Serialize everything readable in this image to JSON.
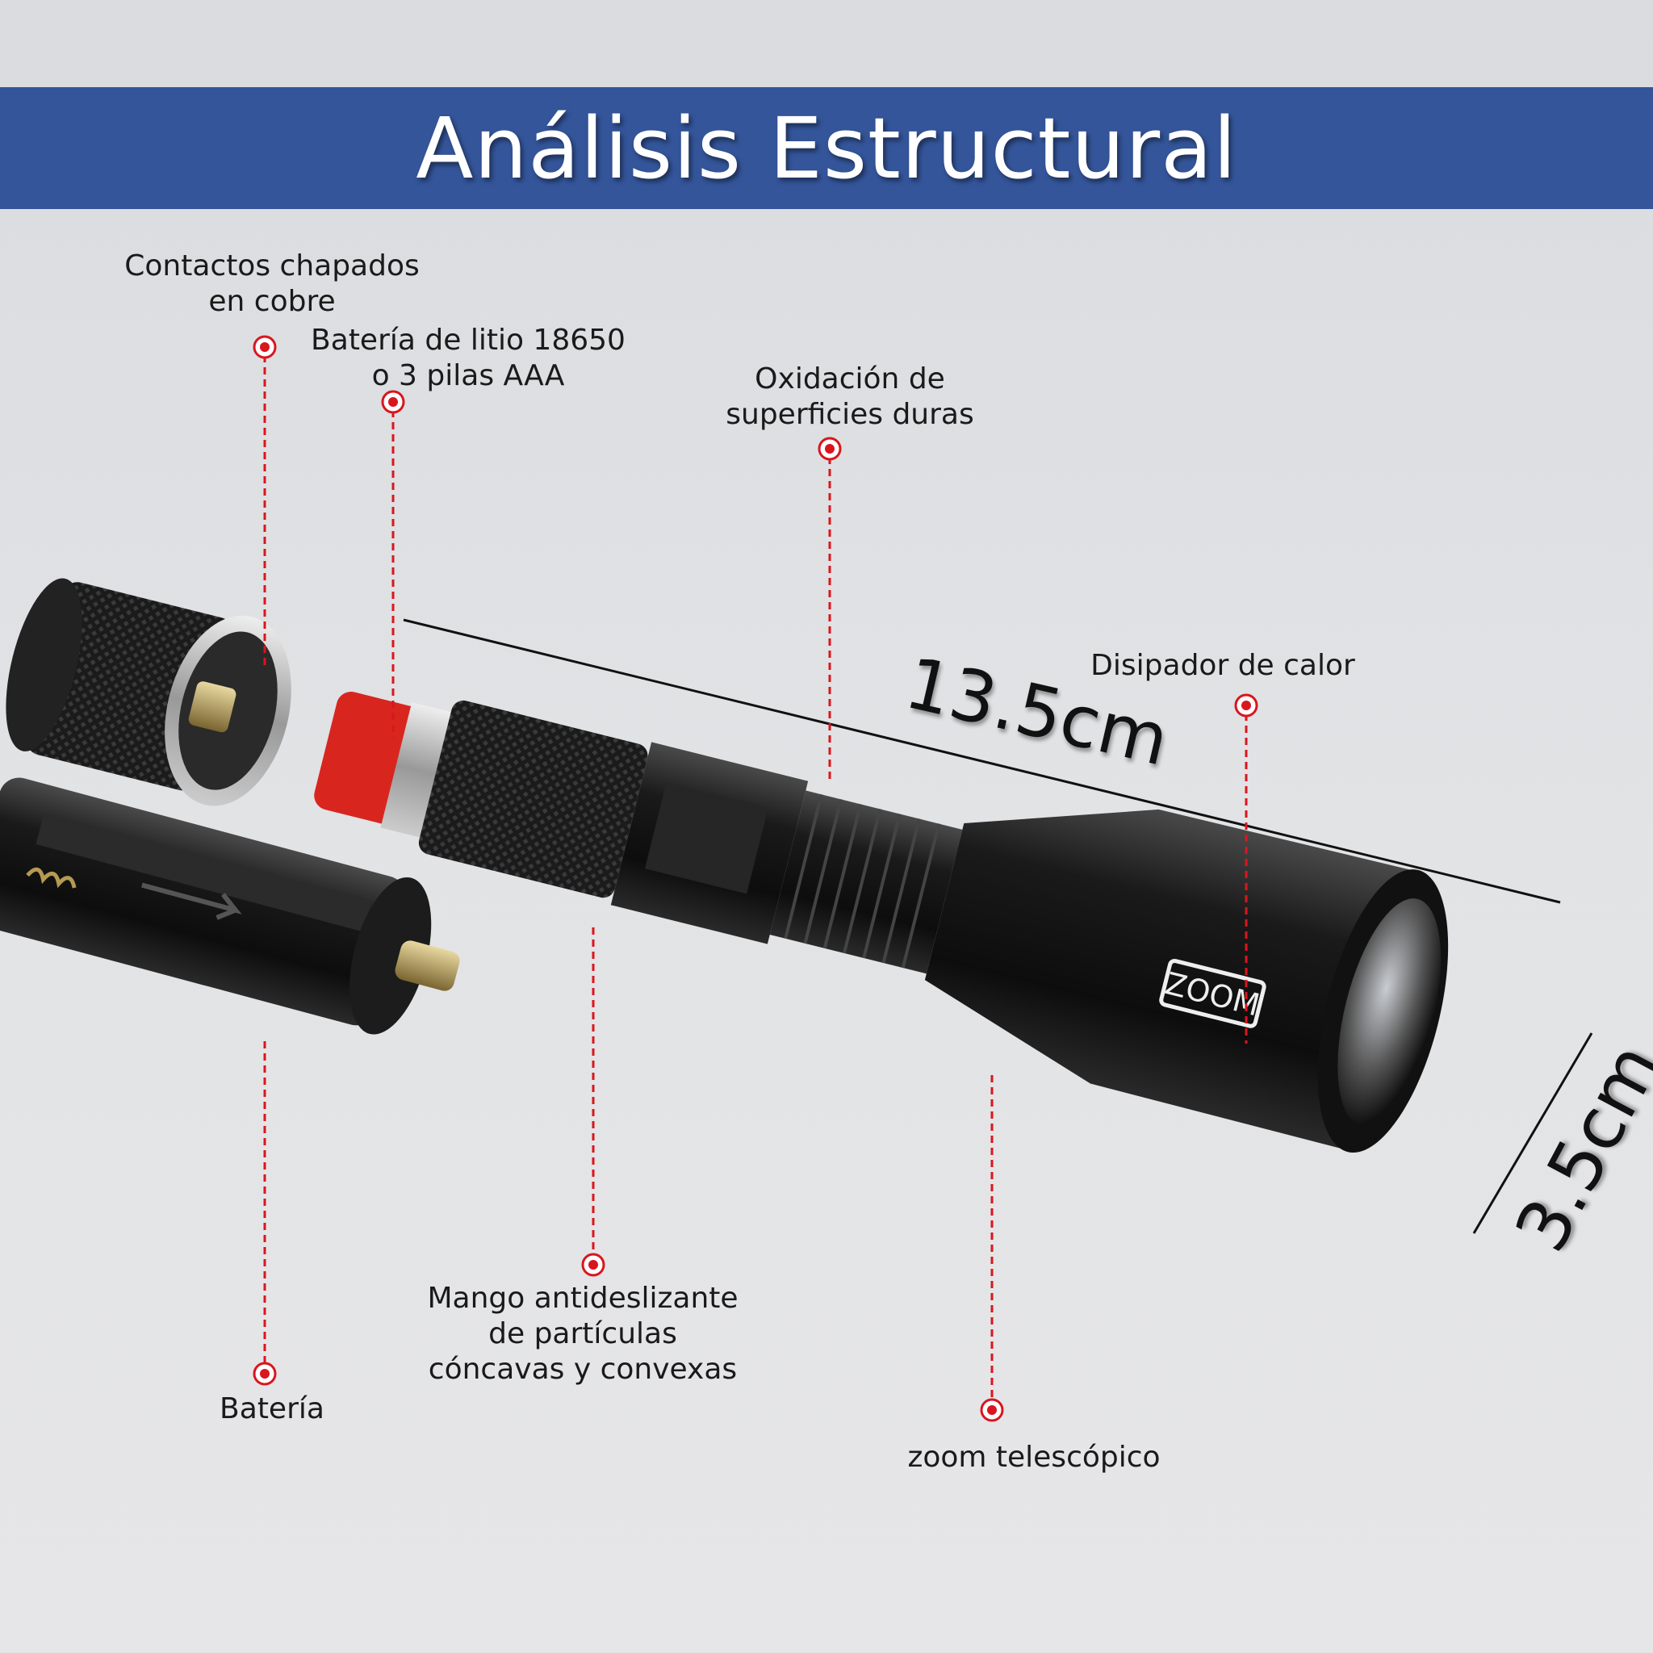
{
  "title": "Análisis Estructural",
  "labels": {
    "contacts": [
      "Contactos chapados",
      "en cobre"
    ],
    "battery_type": [
      "Batería de litio 18650",
      "o 3 pilas AAA"
    ],
    "oxidation": [
      "Oxidación de",
      "superficies duras"
    ],
    "heatsink": "Disipador de calor",
    "grip": [
      "Mango antideslizante",
      "de partículas",
      "cóncavas y convexas"
    ],
    "battery": "Batería",
    "zoom": "zoom telescópico"
  },
  "dimensions": {
    "length": "13.5cm",
    "diameter": "3.5cm"
  },
  "product_print": {
    "zoom_mark": "ZOOM"
  },
  "colors": {
    "banner": "#34559a",
    "callout": "#d9161e",
    "battery_red": "#d8261f"
  }
}
